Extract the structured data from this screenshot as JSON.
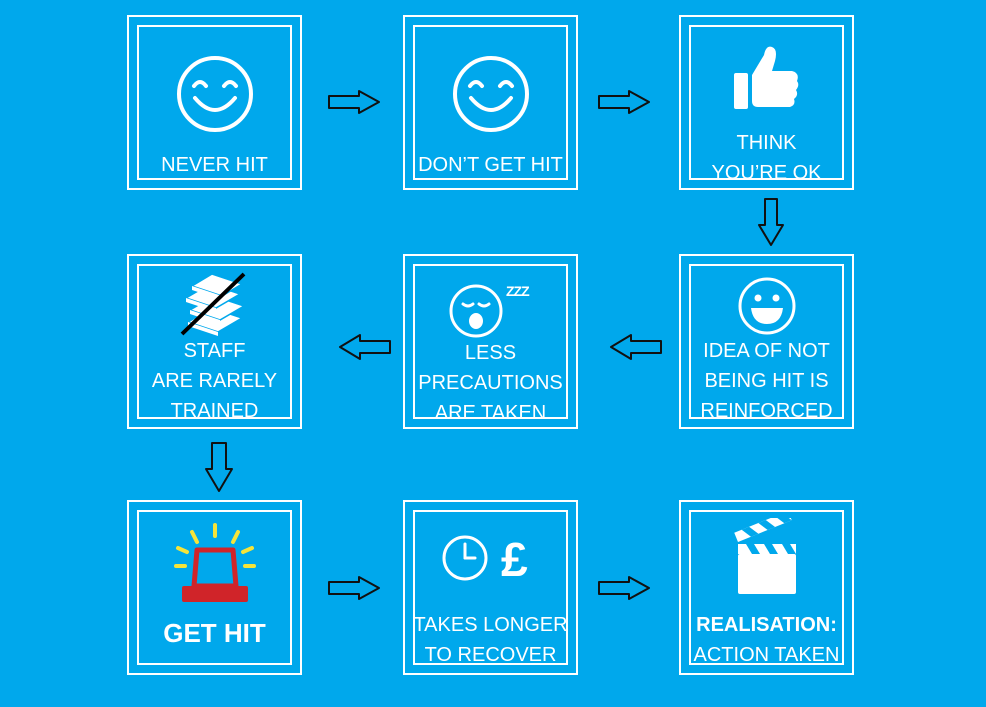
{
  "colors": {
    "background": "#00A8EC",
    "border": "#ffffff",
    "text": "#ffffff",
    "arrow_fill": "#00A8EC",
    "arrow_stroke": "#111111",
    "siren_red": "#D02429",
    "siren_rays": "#F5E43A"
  },
  "steps": [
    {
      "icon": "smiley-icon",
      "lines": [
        "NEVER HIT"
      ]
    },
    {
      "icon": "smiley-icon",
      "lines": [
        "DON’T GET HIT"
      ]
    },
    {
      "icon": "thumbs-up-icon",
      "lines": [
        "THINK",
        "YOU’RE OK"
      ]
    },
    {
      "icon": "grinning-face-icon",
      "lines": [
        "IDEA OF NOT",
        "BEING HIT IS",
        "REINFORCED"
      ]
    },
    {
      "icon": "sleepy-face-icon",
      "icon_text": "ZZZ",
      "lines": [
        "LESS",
        "PRECAUTIONS",
        "ARE TAKEN"
      ]
    },
    {
      "icon": "crossed-books-icon",
      "lines": [
        "STAFF",
        "ARE RARELY",
        "TRAINED"
      ]
    },
    {
      "icon": "siren-icon",
      "lines": [
        "GET HIT"
      ]
    },
    {
      "icon": "clock-pound-icon",
      "icon_text": "£",
      "lines": [
        "TAKES LONGER",
        "TO RECOVER"
      ]
    },
    {
      "icon": "clapperboard-icon",
      "lines": [
        "REALISATION:",
        "ACTION TAKEN"
      ]
    }
  ]
}
